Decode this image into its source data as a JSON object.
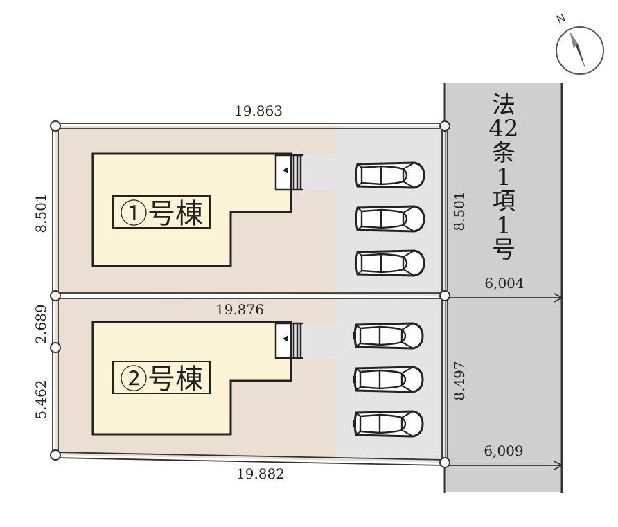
{
  "compass": {
    "north_label": "N"
  },
  "road": {
    "label_chars": [
      "法",
      "42",
      "条",
      "1",
      "項",
      "1",
      "号"
    ]
  },
  "lot1": {
    "building_label": "①号棟",
    "top_width": "19.863",
    "left_depth": "8.501",
    "right_frontage": "8.501",
    "road_width": "6,004"
  },
  "lot2": {
    "building_label": "②号棟",
    "top_width": "19.876",
    "left_upper": "2.689",
    "left_lower": "5.462",
    "right_frontage": "8.497",
    "bottom_width": "19.882",
    "road_width": "6,009"
  },
  "colors": {
    "lot_fill": "#ebdfd3",
    "house_fill": "#fbf4d6",
    "parking_fill": "#e4e4e4",
    "road_fill": "#cfcfcf",
    "boundary": "#333333"
  },
  "parking": {
    "lot1_spaces": 3,
    "lot2_spaces": 3
  }
}
